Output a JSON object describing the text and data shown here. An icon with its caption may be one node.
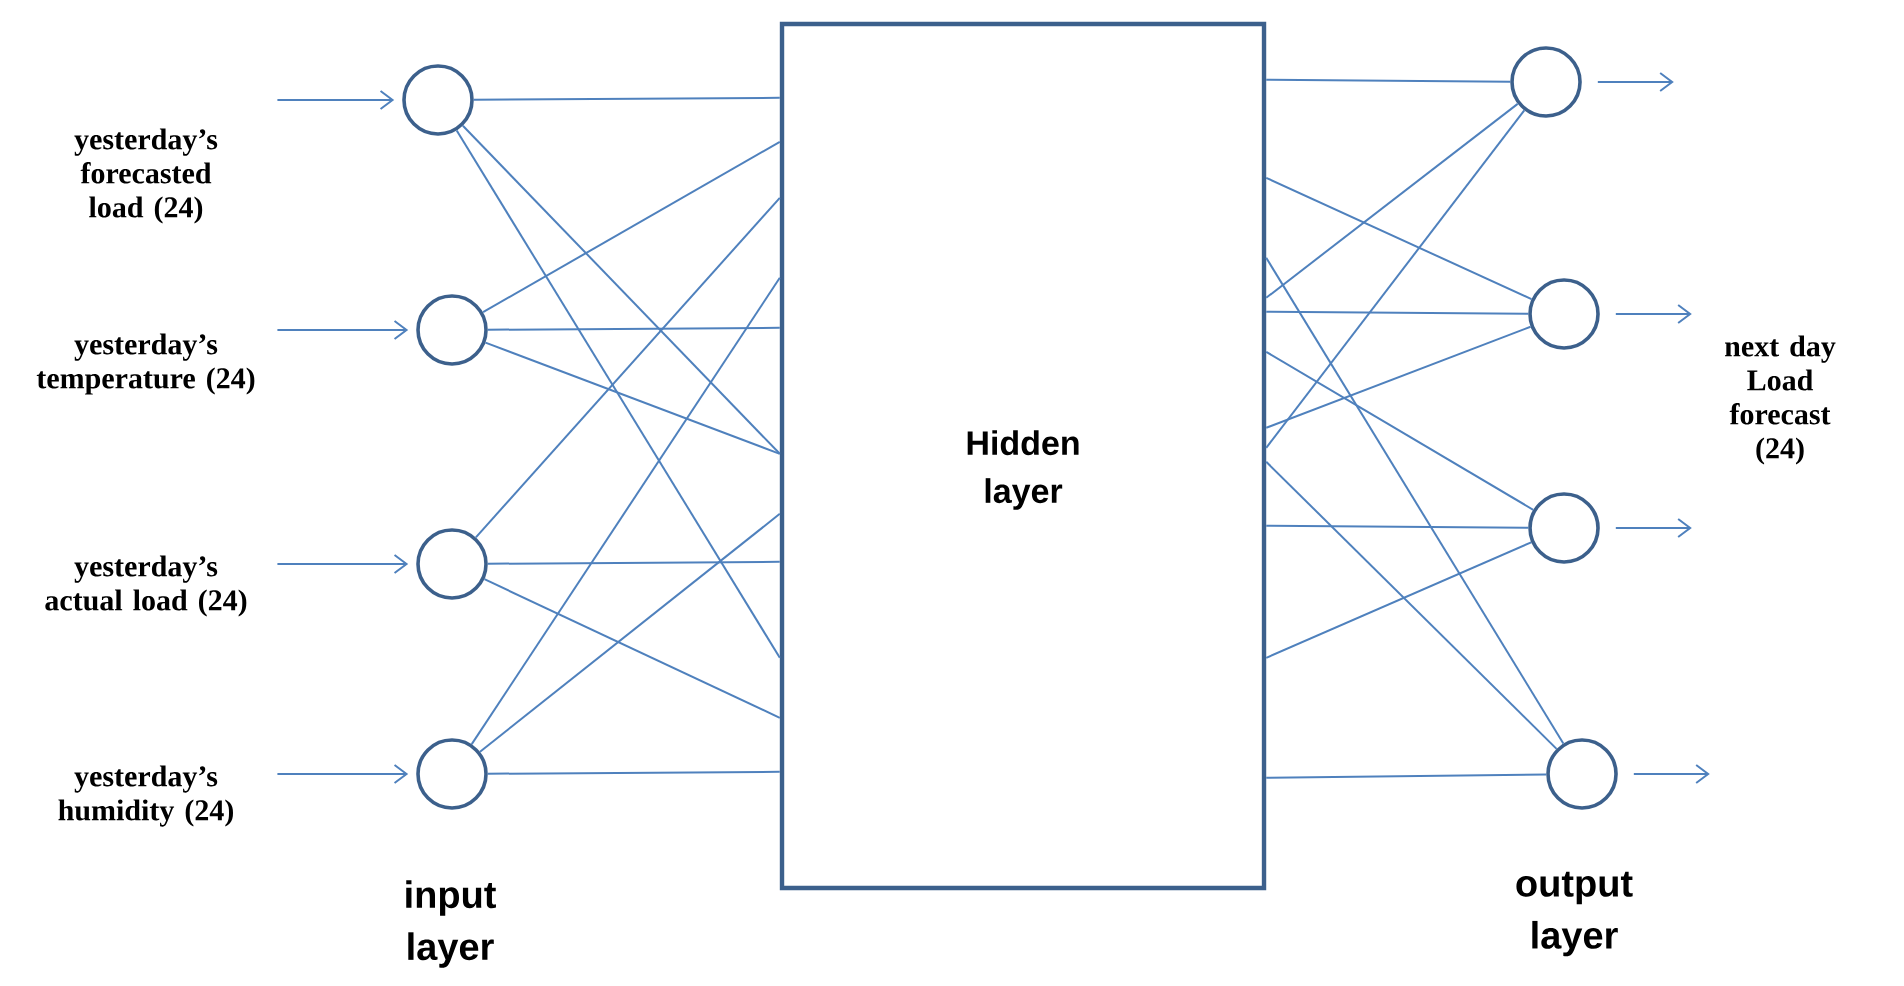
{
  "diagram": {
    "nodes": [
      {
        "text": [
          "yesterday’s forecasted load (24)"
        ]
      },
      {
        "text": [
          "yesterday’s temperature (24)"
        ]
      },
      {
        "text": [
          "yesterday’s actual load (24)"
        ]
      },
      {
        "text": [
          "yesterday’s humidity (24)"
        ]
      },
      {
        "text": [],
        "shape": "circle"
      },
      {
        "text": [],
        "shape": "circle"
      },
      {
        "text": [],
        "shape": "circle"
      },
      {
        "text": [],
        "shape": "circle"
      },
      {
        "text": [
          "Hidden layer"
        ]
      },
      {
        "text": [],
        "shape": "circle"
      },
      {
        "text": [],
        "shape": "circle"
      },
      {
        "text": [],
        "shape": "circle"
      },
      {
        "text": [],
        "shape": "circle"
      }
    ],
    "edges": [
      {
        "from": 0,
        "to": 4,
        "arrow": "to"
      },
      {
        "from": 1,
        "to": 5,
        "arrow": "to"
      },
      {
        "from": 2,
        "to": 6,
        "arrow": "to"
      },
      {
        "from": 3,
        "to": 7,
        "arrow": "to"
      },
      {
        "from": 4,
        "to": 8,
        "arrow": "none"
      },
      {
        "from": 4,
        "to": 8,
        "arrow": "none"
      },
      {
        "from": 4,
        "to": 8,
        "arrow": "none"
      },
      {
        "from": 5,
        "to": 8,
        "arrow": "none"
      },
      {
        "from": 5,
        "to": 8,
        "arrow": "none"
      },
      {
        "from": 5,
        "to": 8,
        "arrow": "none"
      },
      {
        "from": 6,
        "to": 8,
        "arrow": "none"
      },
      {
        "from": 6,
        "to": 8,
        "arrow": "none"
      },
      {
        "from": 6,
        "to": 8,
        "arrow": "none"
      },
      {
        "from": 7,
        "to": 8,
        "arrow": "none"
      },
      {
        "from": 7,
        "to": 8,
        "arrow": "none"
      },
      {
        "from": 7,
        "to": 8,
        "arrow": "none"
      },
      {
        "from": 8,
        "to": 9,
        "arrow": "none"
      },
      {
        "from": 8,
        "to": 9,
        "arrow": "none"
      },
      {
        "from": 8,
        "to": 9,
        "arrow": "none"
      },
      {
        "from": 8,
        "to": 10,
        "arrow": "none"
      },
      {
        "from": 8,
        "to": 10,
        "arrow": "none"
      },
      {
        "from": 8,
        "to": 10,
        "arrow": "none"
      },
      {
        "from": 8,
        "to": 11,
        "arrow": "none"
      },
      {
        "from": 8,
        "to": 11,
        "arrow": "none"
      },
      {
        "from": 8,
        "to": 11,
        "arrow": "none"
      },
      {
        "from": 8,
        "to": 12,
        "arrow": "none"
      },
      {
        "from": 8,
        "to": 12,
        "arrow": "none"
      },
      {
        "from": 8,
        "to": 12,
        "arrow": "none"
      },
      {
        "from": 9,
        "to": null,
        "arrow": "to"
      },
      {
        "from": 10,
        "to": null,
        "arrow": "to"
      },
      {
        "from": 11,
        "to": null,
        "arrow": "to"
      },
      {
        "from": 12,
        "to": null,
        "arrow": "to"
      }
    ],
    "labels": [
      "input layer",
      "output layer",
      "next day Load forecast (24)"
    ]
  }
}
